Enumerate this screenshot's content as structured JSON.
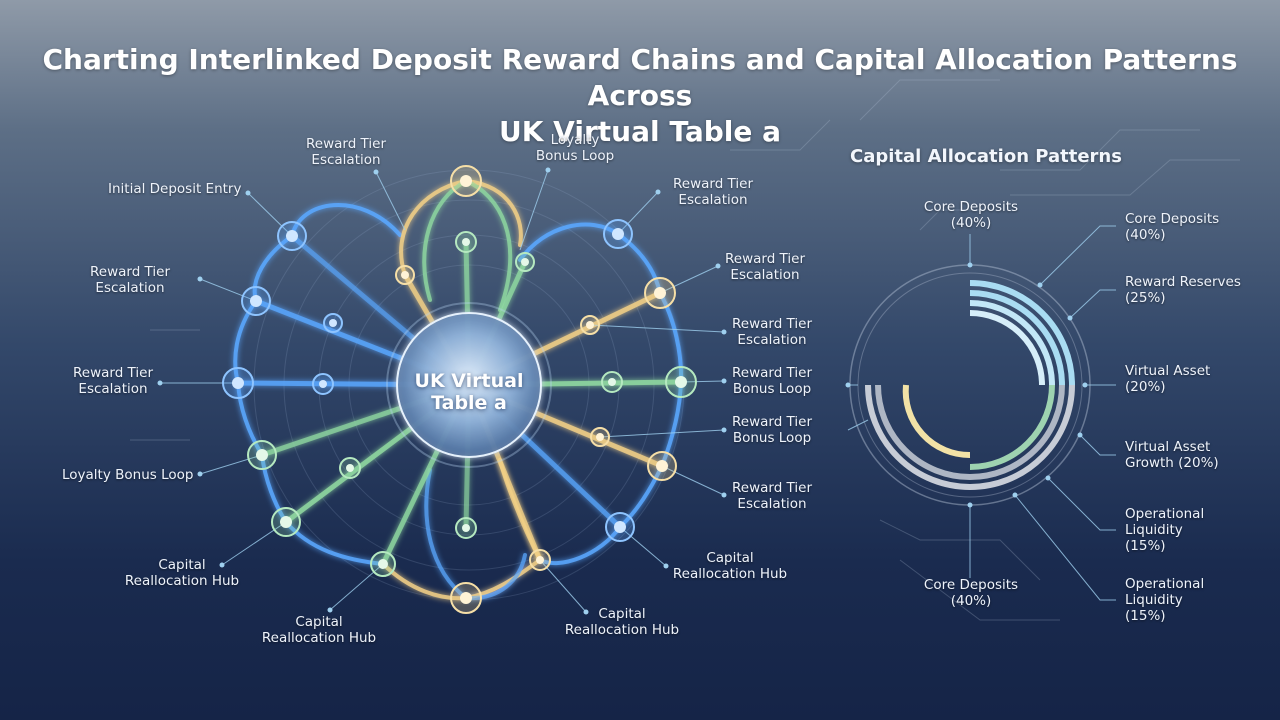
{
  "title": {
    "line1": "Charting Interlinked Deposit Reward Chains and Capital Allocation Patterns Across",
    "line2": "UK Virtual Table a"
  },
  "hub": {
    "line1": "UK Virtual",
    "line2": "Table a"
  },
  "left_labels": {
    "initial_deposit": "Initial Deposit Entry",
    "reward_tier_l1_a": "Reward Tier",
    "reward_tier_l1_b": "Escalation",
    "reward_tier_l2_a": "Reward Tier",
    "reward_tier_l2_b": "Escalation",
    "loyalty_left": "Loyalty Bonus Loop",
    "capital_hub_l_a": "Capital",
    "capital_hub_l_b": "Reallocation Hub",
    "capital_hub_bl_a": "Capital",
    "capital_hub_bl_b": "Reallocation Hub"
  },
  "top_labels": {
    "reward_tier_top_a": "Reward Tier",
    "reward_tier_top_b": "Escalation",
    "loyalty_top_a": "Loyalty",
    "loyalty_top_b": "Bonus Loop"
  },
  "right_labels": {
    "reward_tier_r1_a": "Reward Tier",
    "reward_tier_r1_b": "Escalation",
    "reward_tier_r2_a": "Reward Tier",
    "reward_tier_r2_b": "Escalation",
    "reward_tier_r3_a": "Reward Tier",
    "reward_tier_r3_b": "Escalation",
    "bonus_loop_r4_a": "Reward Tier",
    "bonus_loop_r4_b": "Bonus Loop",
    "bonus_loop_r5_a": "Reward Tier",
    "bonus_loop_r5_b": "Bonus Loop",
    "reward_tier_r6_a": "Reward Tier",
    "reward_tier_r6_b": "Escalation",
    "capital_hub_r_a": "Capital",
    "capital_hub_r_b": "Reallocation Hub",
    "capital_hub_br_a": "Capital",
    "capital_hub_br_b": "Reallocation Hub"
  },
  "allocation": {
    "title": "Capital Allocation Patterns",
    "top_a": "Core Deposits",
    "top_b": "(40%)",
    "bottom_a": "Core Deposits",
    "bottom_b": "(40%)",
    "legend": [
      {
        "a": "Core Deposits",
        "b": "(40%)",
        "c": ""
      },
      {
        "a": "Reward Reserves",
        "b": "(25%)",
        "c": ""
      },
      {
        "a": "Virtual Asset",
        "b": "(20%)",
        "c": ""
      },
      {
        "a": "Virtual Asset",
        "b": "Growth (20%)",
        "c": ""
      },
      {
        "a": "Operational",
        "b": "Liquidity",
        "c": "(15%)"
      },
      {
        "a": "Operational",
        "b": "Liquidity",
        "c": "(15%)"
      }
    ]
  },
  "colors": {
    "blue": "#5aa8ff",
    "green": "#8fd8a0",
    "gold": "#f1cf86",
    "ring_light": "#a9dcf2",
    "ring_gray": "#c7ccd6",
    "ring_cream": "#f2e2a6"
  }
}
